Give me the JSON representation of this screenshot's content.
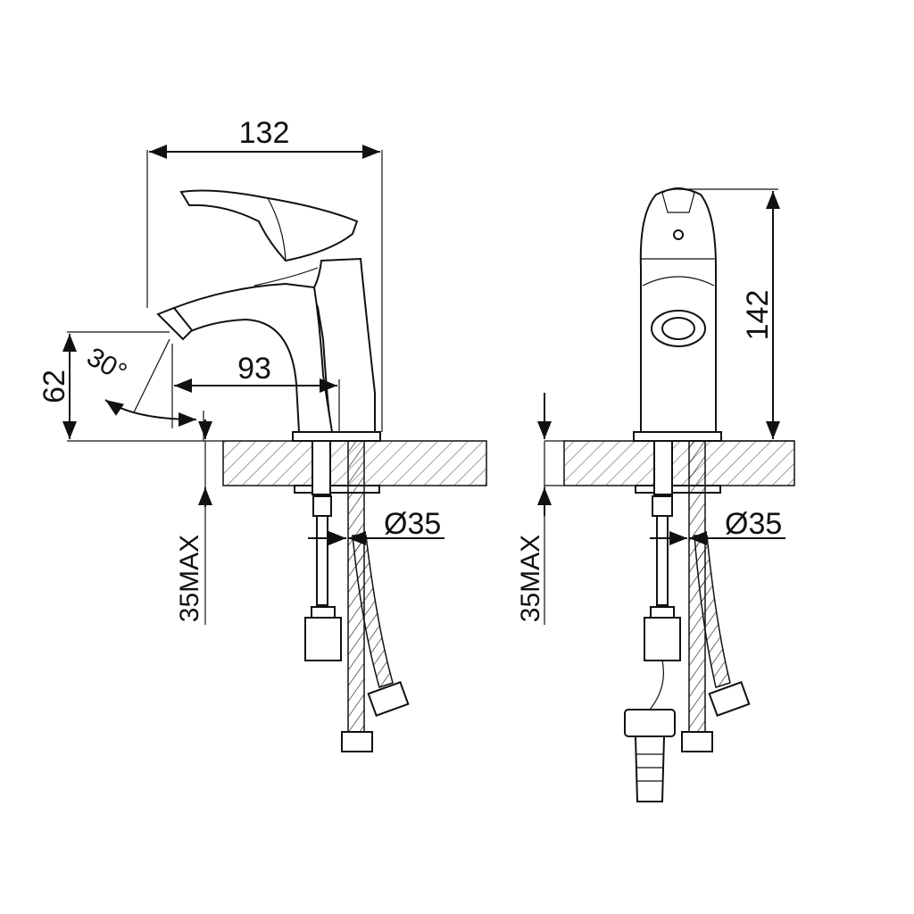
{
  "dimensions": {
    "width_top": "132",
    "spout_reach": "93",
    "height_under_spout": "62",
    "angle": "30°",
    "diameter_left": "Ø35",
    "diameter_right": "Ø35",
    "deck_left": "35MAX",
    "deck_right": "35MAX",
    "total_height": "142"
  },
  "colors": {
    "line": "#111111",
    "background": "#ffffff"
  }
}
